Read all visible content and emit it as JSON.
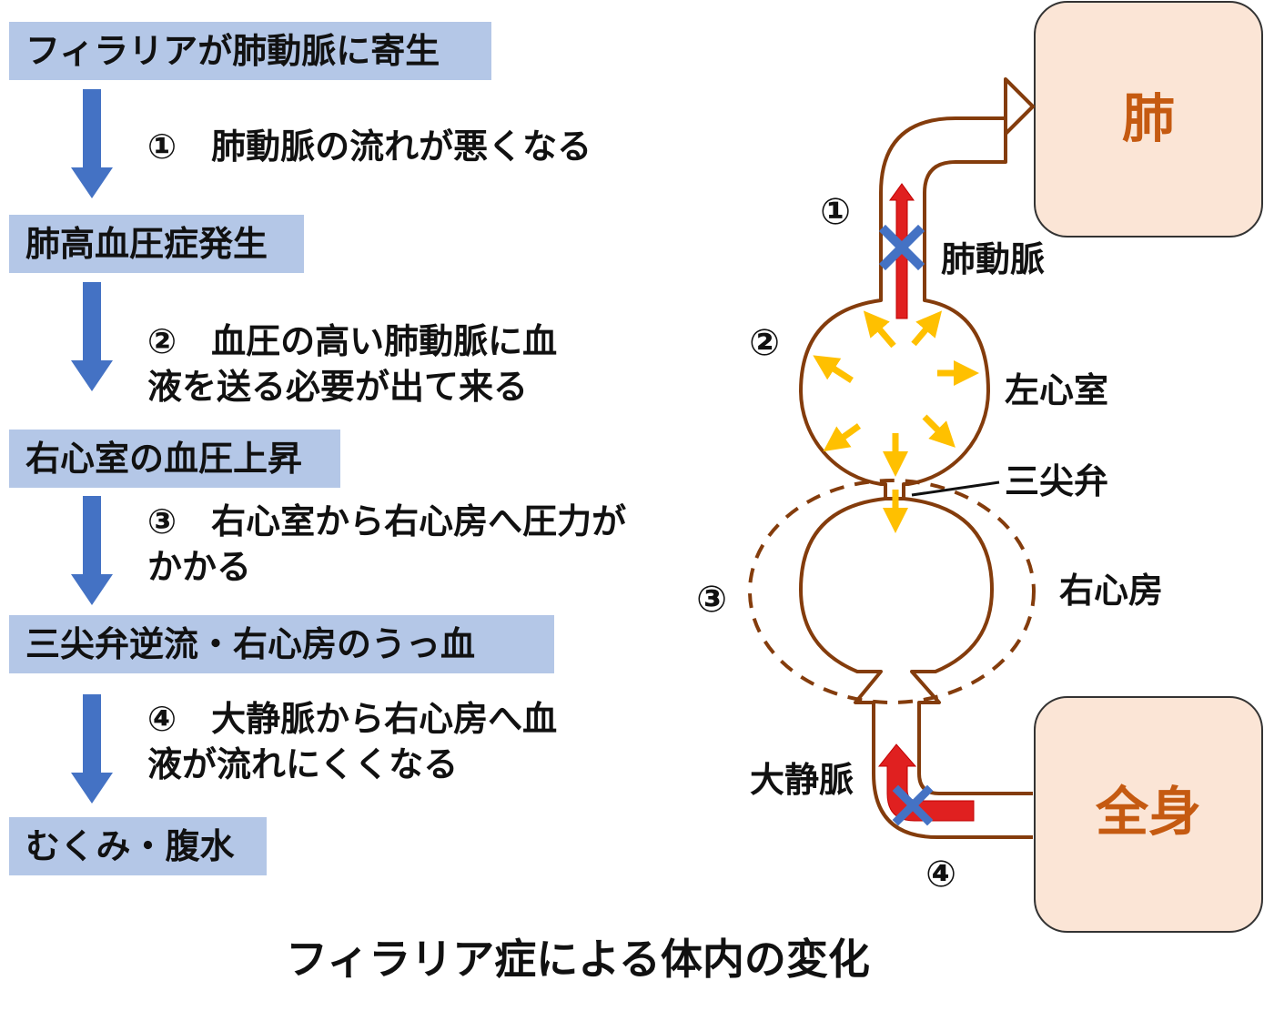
{
  "flow": {
    "steps": [
      "フィラリアが肺動脈に寄生",
      "肺高血圧症発生",
      "右心室の血圧上昇",
      "三尖弁逆流・右心房のうっ血",
      "むくみ・腹水"
    ],
    "transitions": [
      [
        "①　肺動脈の流れが悪くなる"
      ],
      [
        "②　血圧の高い肺動脈に血",
        "液を送る必要が出て来る"
      ],
      [
        "③　右心室から右心房へ圧力が",
        "かかる"
      ],
      [
        "④　大静脈から右心房へ血",
        "液が流れにくくなる"
      ]
    ]
  },
  "diagram": {
    "lung_label": "肺",
    "body_label": "全身",
    "pulmonary_artery_label": "肺動脈",
    "right_ventricle_label": "左心室",
    "tricuspid_label": "三尖弁",
    "right_atrium_label": "右心房",
    "vena_cava_label": "大静脈",
    "markers": [
      "①",
      "②",
      "③",
      "④"
    ]
  },
  "caption": "フィラリア症による体内の変化",
  "colors": {
    "step_box": "#b4c7e7",
    "flow_arrow": "#4472c4",
    "vessel": "#843c0c",
    "organ_fill": "#fbe5d6",
    "organ_text": "#c55a11",
    "blood": "#e02020",
    "blockage": "#4472c4",
    "pressure_arrow": "#ffc000"
  }
}
